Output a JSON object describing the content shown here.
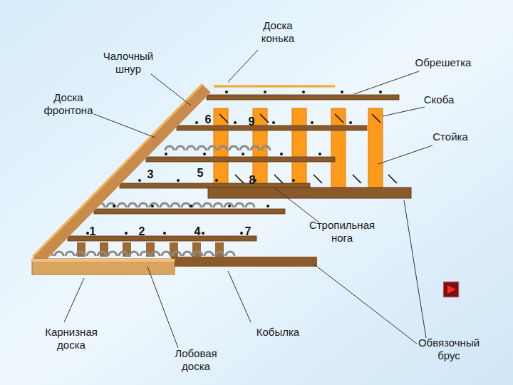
{
  "diagram": {
    "labels": [
      "Доска конька",
      "Чалочный шнур",
      "Обрешетка",
      "Скоба",
      "Доска фронтона",
      "Стойка",
      "6",
      "9",
      "3",
      "5",
      "8",
      "Стропильная нога",
      "1",
      "2",
      "4",
      "7",
      "Карнизная доска",
      "Кобылка",
      "Лобовая доска",
      "Обвязочный брус"
    ]
  }
}
